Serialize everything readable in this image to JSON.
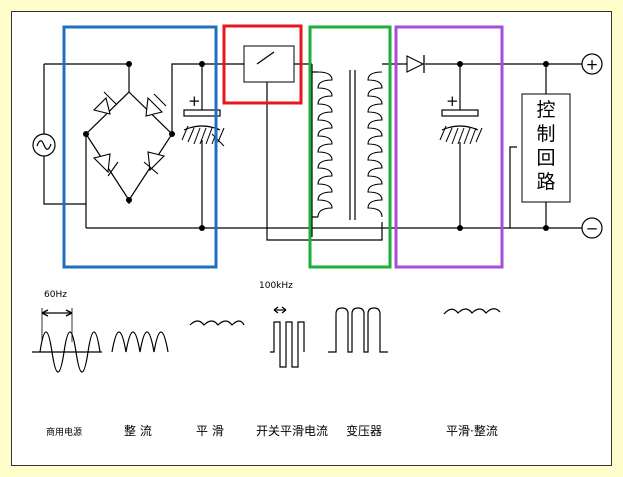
{
  "colors": {
    "background": "#ffffcc",
    "rectifier_box": "#1f6fbf",
    "switch_box": "#e8141e",
    "transformer_box": "#1fae3a",
    "output_box": "#a64fd6"
  },
  "terminals": {
    "positive": "+",
    "negative": "−"
  },
  "capacitor_polarity": "+",
  "control_block": {
    "chars": [
      "控",
      "制",
      "回",
      "路"
    ]
  },
  "waveform_labels": {
    "ac_frequency": "60Hz",
    "switch_frequency": "100kHz"
  },
  "stage_labels": {
    "commercial_power": "商用电源",
    "rectify": "整 流",
    "smooth": "平 滑",
    "switching_current": "开关平滑电流",
    "transformer": "变压器",
    "smooth_rectify": "平滑·整流"
  },
  "icons": {
    "ac_source": "ac-source-icon"
  }
}
